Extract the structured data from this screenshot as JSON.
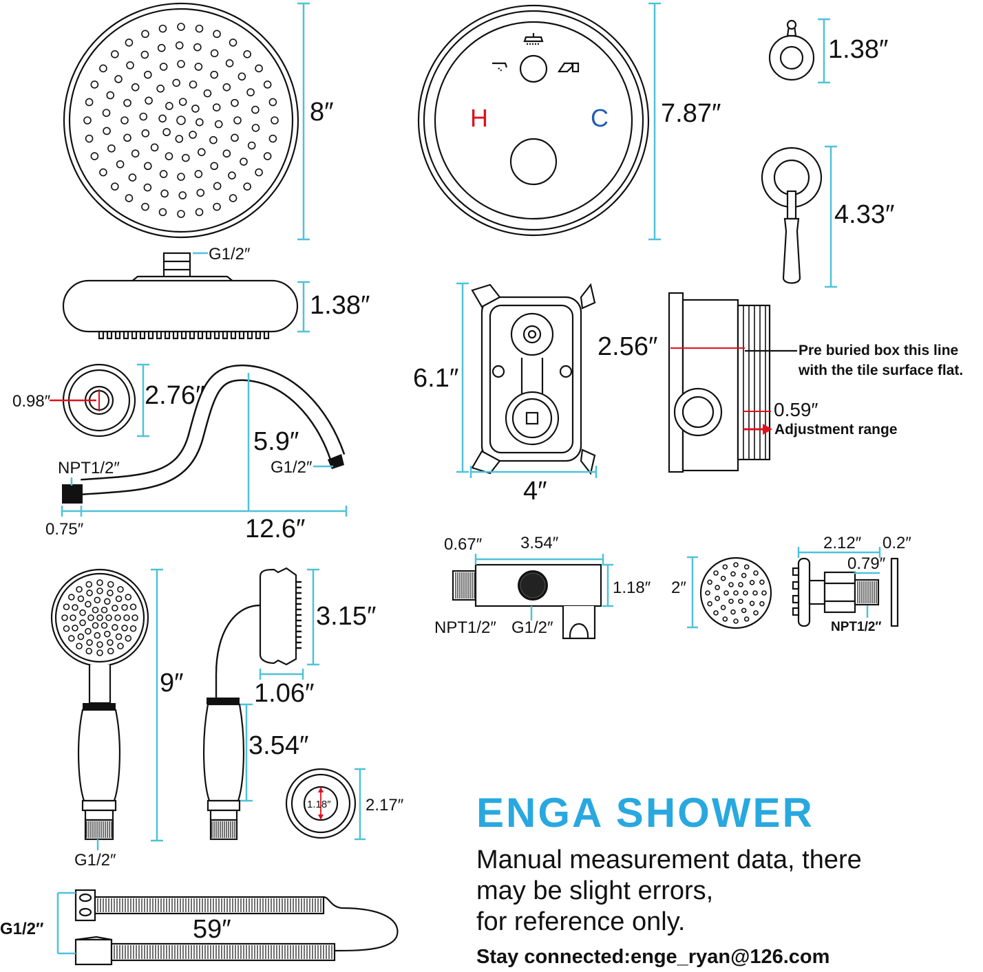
{
  "brand": {
    "title": "ENGA SHOWER",
    "note": "Manual measurement data, there\nmay be slight errors,\nfor reference only.",
    "contact": "Stay connected:enge_ryan@126.com"
  },
  "valve_letters": {
    "hot": "H",
    "cold": "C"
  },
  "dimensions": {
    "showerhead_diameter": "8″",
    "showerhead_connector": "G1/2″",
    "showerhead_thickness": "1.38″",
    "trim_plate_diameter": "7.87″",
    "knob_height": "1.38″",
    "lever_height": "4.33″",
    "box_height": "6.1″",
    "box_width": "4″",
    "box_depth": "2.56″",
    "adjust_value": "0.59″",
    "flange_inner": "0.98″",
    "flange_outer": "2.76″",
    "arm_rise": "5.9″",
    "arm_end_thread": "G1/2″",
    "arm_start_thread": "NPT1/2″",
    "arm_thread_length": "0.75″",
    "arm_length": "12.6″",
    "elbow_thread_length": "0.67″",
    "elbow_length": "3.54″",
    "elbow_height": "1.18″",
    "elbow_inlet": "NPT1/2″",
    "elbow_outlet": "G1/2″",
    "jet_diameter": "2″",
    "jet_depth": "2.12″",
    "jet_plate": "0.2″",
    "jet_thread": "0.79″",
    "jet_connector": "NPT1/2″",
    "handheld_length": "9″",
    "handheld_head_height": "3.15″",
    "handheld_head_depth": "1.06″",
    "handle_length": "3.54″",
    "handheld_connector": "G1/2″",
    "escutcheon_inner": "1.18″",
    "escutcheon_outer": "2.17″",
    "hose_length": "59″",
    "hose_connector": "G1/2″"
  },
  "notes": {
    "pre_buried_line1": "Pre buried box this line",
    "pre_buried_line2": "with the tile surface flat.",
    "adjustment_range": "Adjustment range"
  },
  "colors": {
    "dimension_line": "#4fc1d8",
    "hot": "#e0101a",
    "cold": "#1f5fb0",
    "brand": "#29a8e0",
    "arrow": "#e0101a"
  }
}
